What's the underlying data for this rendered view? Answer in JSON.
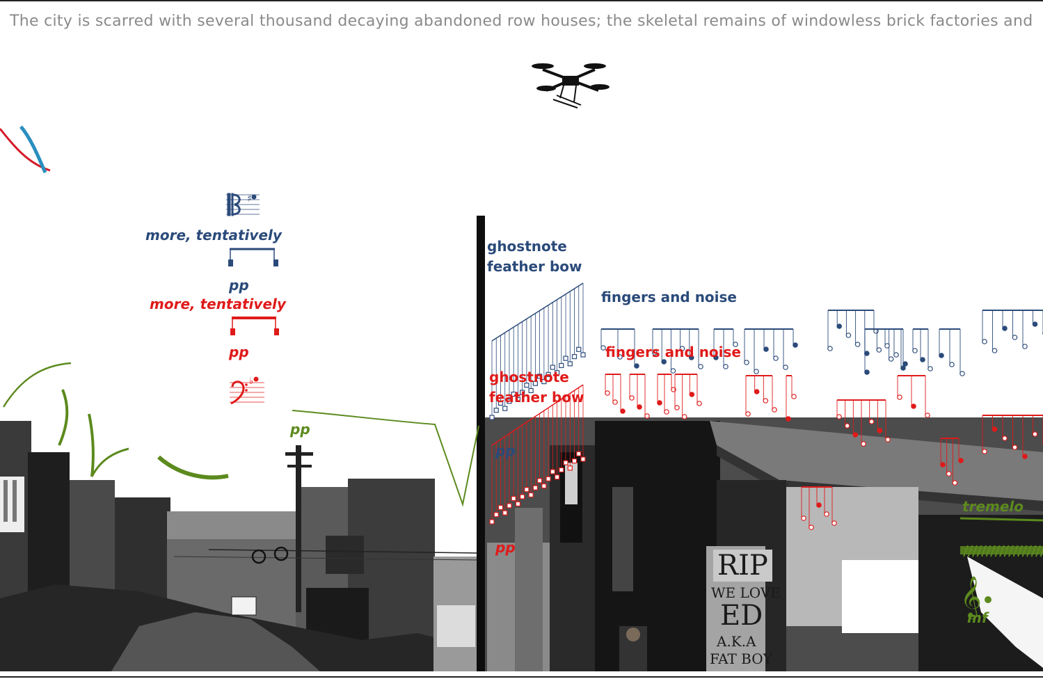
{
  "narration": "The city is scarred with several thousand decaying abandoned row houses; the skeletal remains of windowless brick factories and",
  "score": {
    "viola_instruction": "more, tentatively",
    "viola_dynamic": "pp",
    "cello_instruction": "more, tentatively",
    "cello_dynamic": "pp",
    "pole_dynamic": "pp",
    "blue_technique_line1": "ghostnote",
    "blue_technique_line2": "feather bow",
    "blue_fingers": "fingers and noise",
    "blue_dynamic": "pp",
    "red_technique_line1": "ghostnote",
    "red_technique_line2": "feather bow",
    "red_fingers": "fingers and noise",
    "red_dynamic": "pp",
    "green_tremelo": "tremelo",
    "green_dynamic": "mf"
  },
  "graffiti": {
    "line1": "RIP",
    "line2": "WE LOVE",
    "line3": "ED",
    "line4": "A.K.A",
    "line5": "FAT BOY"
  },
  "colors": {
    "blue": "#2a4a7a",
    "red": "#e01a1a",
    "green": "#5c8a1e",
    "gray_text": "#8a8a8a"
  },
  "icons": [
    "drone-icon",
    "alto-clef-icon",
    "bass-clef-icon",
    "treble-clef-icon"
  ]
}
